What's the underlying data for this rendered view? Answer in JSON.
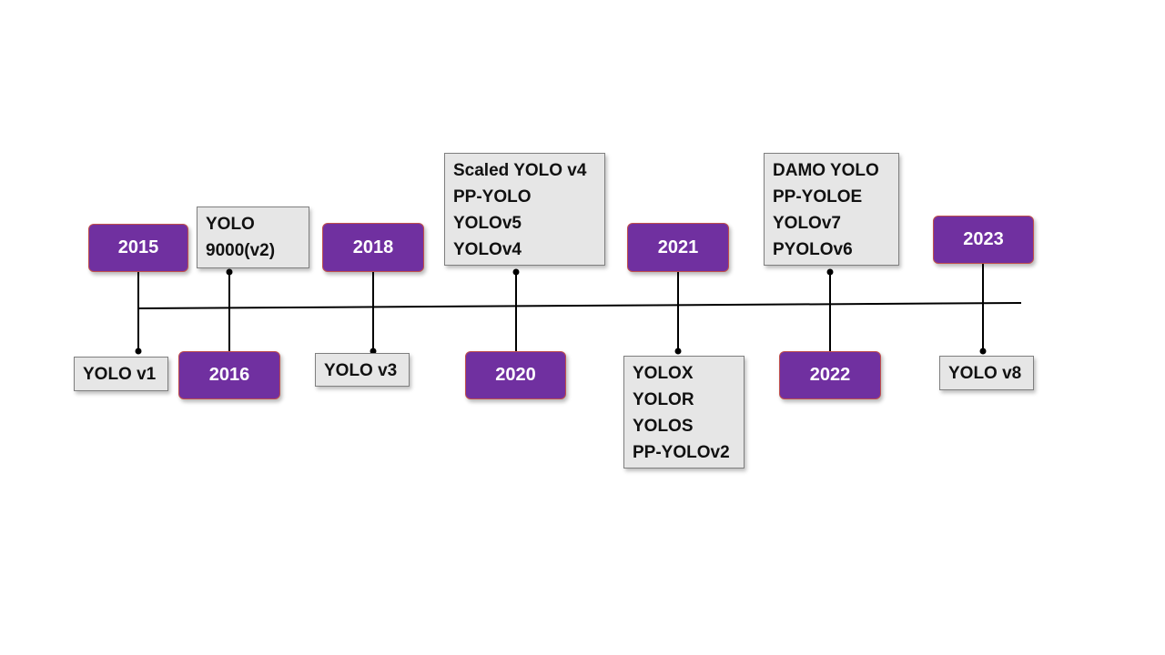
{
  "timeline": {
    "years": [
      {
        "id": "2015",
        "label": "2015"
      },
      {
        "id": "2016",
        "label": "2016"
      },
      {
        "id": "2018",
        "label": "2018"
      },
      {
        "id": "2020",
        "label": "2020"
      },
      {
        "id": "2021",
        "label": "2021"
      },
      {
        "id": "2022",
        "label": "2022"
      },
      {
        "id": "2023",
        "label": "2023"
      }
    ],
    "models": {
      "2015": [
        "YOLO v1"
      ],
      "2016": [
        "YOLO",
        "9000(v2)"
      ],
      "2018": [
        "YOLO v3"
      ],
      "2020": [
        "Scaled YOLO v4",
        "PP-YOLO",
        "YOLOv5",
        "YOLOv4"
      ],
      "2021": [
        "YOLOX",
        "YOLOR",
        "YOLOS",
        "PP-YOLOv2"
      ],
      "2022": [
        "DAMO YOLO",
        "PP-YOLOE",
        "YOLOv7",
        "PYOLOv6"
      ],
      "2023": [
        "YOLO v8"
      ]
    }
  },
  "colors": {
    "year_fill": "#7030a0",
    "year_border": "#c0504d",
    "model_fill": "#e6e6e6",
    "model_border": "#7f7f7f",
    "line": "#000000"
  }
}
